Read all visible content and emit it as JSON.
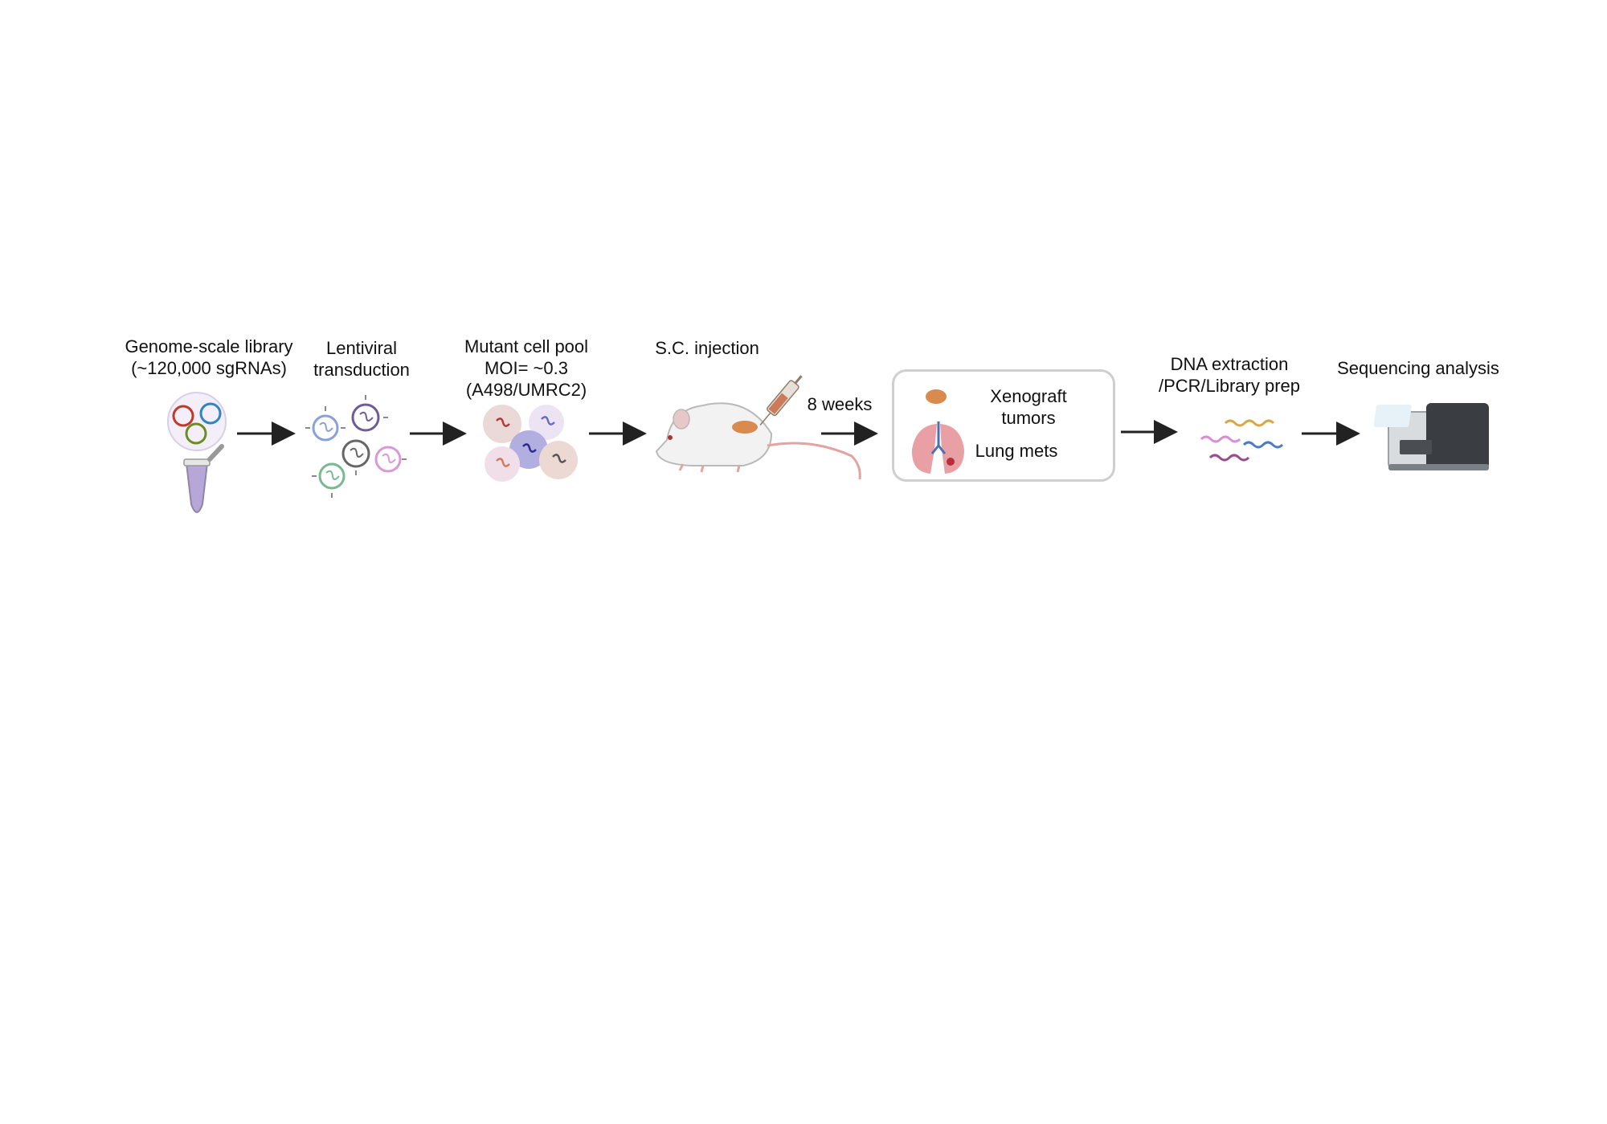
{
  "steps": [
    {
      "id": "library",
      "lines": [
        "Genome-scale library",
        "(~120,000 sgRNAs)"
      ]
    },
    {
      "id": "transduction",
      "lines": [
        "Lentiviral",
        "transduction"
      ]
    },
    {
      "id": "cellpool",
      "lines": [
        "Mutant cell pool",
        "MOI= ~0.3",
        "(A498/UMRC2)"
      ]
    },
    {
      "id": "injection",
      "lines": [
        "S.C. injection"
      ]
    },
    {
      "id": "extraction",
      "lines": [
        "DNA  extraction",
        "/PCR/Library prep"
      ]
    },
    {
      "id": "sequencing",
      "lines": [
        "Sequencing analysis"
      ]
    }
  ],
  "timeline": {
    "label": "8 weeks"
  },
  "outcomes": {
    "xenograft": [
      "Xenograft",
      "tumors"
    ],
    "lung": "Lung mets"
  },
  "colors": {
    "arrow": "#222222",
    "tumor": "#d98a4e",
    "lung": "#e8a0a4",
    "box_border": "#cfcfcf"
  },
  "icons": {
    "library": "plasmid-tube-icon",
    "transduction": "virus-particles-icon",
    "cellpool": "cell-pool-icon",
    "injection": "mouse-syringe-icon",
    "tumor": "tumor-icon",
    "lung": "lungs-icon",
    "dna": "dna-fragments-icon",
    "sequencer": "sequencer-icon"
  }
}
